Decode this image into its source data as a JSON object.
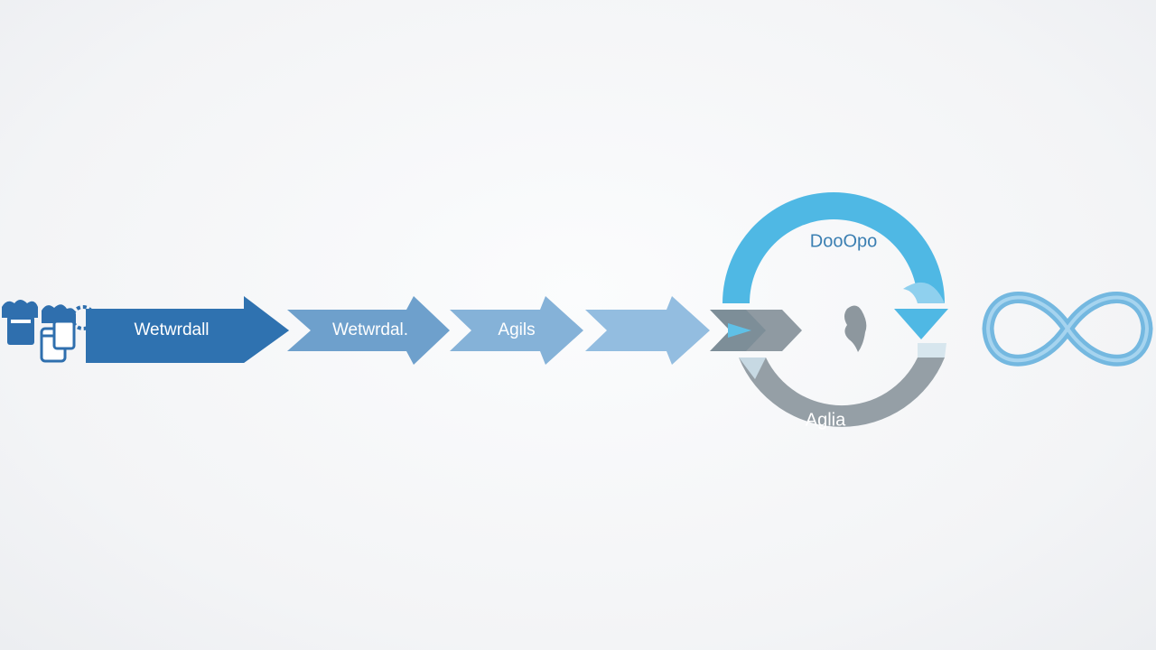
{
  "colors": {
    "dark_blue": "#2f72b0",
    "mid_blue": "#6ea0cc",
    "light_blue": "#85b2d8",
    "pale_blue": "#93bde0",
    "sky_blue": "#4fb8e4",
    "gray": "#8f9aa2",
    "infinity_blue": "#74b8e0"
  },
  "icons": {
    "left_cluster": "server-gear-icon",
    "center": "figure-icon",
    "right": "infinity-icon"
  },
  "arrows": [
    {
      "label": "Wetwrdall"
    },
    {
      "label": "Wetwrdal."
    },
    {
      "label": "Agils"
    },
    {
      "label": ""
    }
  ],
  "cycle": {
    "top_label": "DooOpo",
    "bottom_label": "Aglia"
  }
}
